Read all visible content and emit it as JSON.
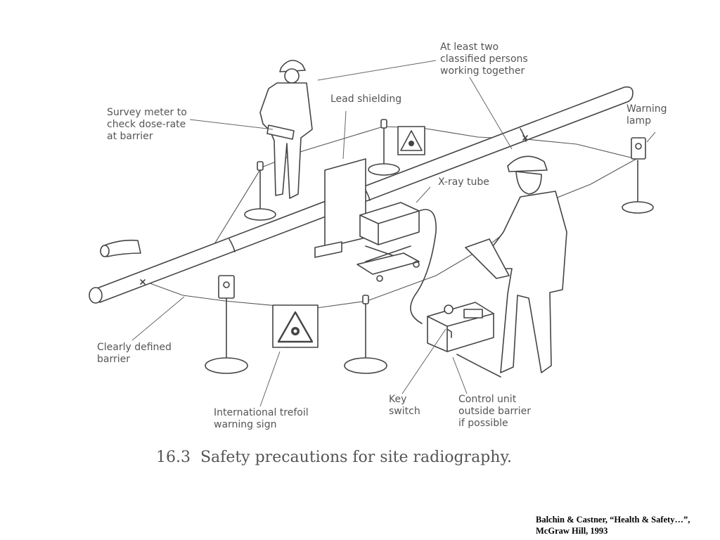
{
  "labels": {
    "survey_meter": "Survey meter to\ncheck dose-rate\nat barrier",
    "lead_shielding": "Lead shielding",
    "two_persons": "At least two\nclassified persons\nworking together",
    "warning_lamp": "Warning\nlamp",
    "xray_tube": "X-ray tube",
    "barrier": "Clearly defined\nbarrier",
    "trefoil_sign": "International trefoil\nwarning sign",
    "key_switch": "Key\nswitch",
    "control_unit": "Control unit\noutside barrier\nif possible"
  },
  "caption": {
    "number": "16.3",
    "text": "Safety precautions for site radiography."
  },
  "credit": "Balchin & Castner, “Health & Safety…”,\nMcGraw Hill, 1993"
}
